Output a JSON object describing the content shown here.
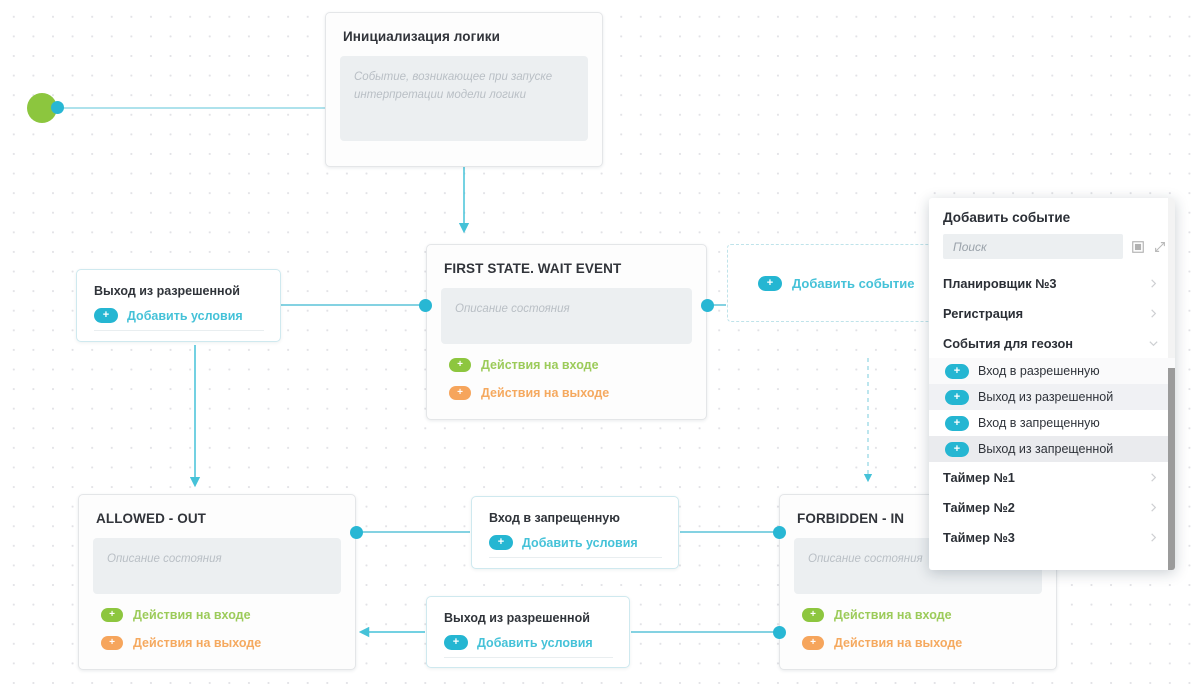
{
  "canvas": {
    "start_node": {
      "name": "start-node"
    }
  },
  "nodes": {
    "init": {
      "title": "Инициализация логики",
      "description": "Событие, возникающее при запуске интерпретации модели логики"
    },
    "first_state": {
      "title": "FIRST STATE. WAIT EVENT",
      "description_placeholder": "Описание состояния",
      "enter_actions": "Действия на входе",
      "exit_actions": "Действия на выходе"
    },
    "allowed_out": {
      "title": "ALLOWED - OUT",
      "description_placeholder": "Описание состояния",
      "enter_actions": "Действия на входе",
      "exit_actions": "Действия на выходе"
    },
    "forbidden_in": {
      "title": "FORBIDDEN - IN",
      "description_placeholder": "Описание состояния",
      "enter_actions": "Действия на входе",
      "exit_actions": "Действия на выходе"
    }
  },
  "conditions": [
    {
      "title": "Выход из разрешенной",
      "add_label": "Добавить условия"
    },
    {
      "title": "Вход в запрещенную",
      "add_label": "Добавить условия"
    },
    {
      "title": "Выход из разрешенной",
      "add_label": "Добавить условия"
    }
  ],
  "add_event_box": {
    "label": "Добавить событие"
  },
  "dropdown": {
    "title": "Добавить событие",
    "search_placeholder": "Поиск",
    "items": [
      {
        "label": "Планировщик №3",
        "type": "group",
        "expanded": false
      },
      {
        "label": "Регистрация",
        "type": "group",
        "expanded": false
      },
      {
        "label": "События для геозон",
        "type": "group",
        "expanded": true
      },
      {
        "label": "Вход в разрешенную",
        "type": "sub"
      },
      {
        "label": "Выход из разрешенной",
        "type": "sub"
      },
      {
        "label": "Вход в запрещенную",
        "type": "sub"
      },
      {
        "label": "Выход из запрещенной",
        "type": "sub"
      },
      {
        "label": "Таймер №1",
        "type": "group",
        "expanded": false
      },
      {
        "label": "Таймер №2",
        "type": "group",
        "expanded": false
      },
      {
        "label": "Таймер №3",
        "type": "group",
        "expanded": false
      }
    ]
  },
  "icons": {
    "plus": "+",
    "chevron_right": "chevron-right-icon",
    "chevron_down": "chevron-down-icon",
    "search_list": "list-view-icon",
    "search_expand": "expand-icon"
  },
  "colors": {
    "cyan": "#28b7d4",
    "green": "#8cc63e",
    "orange": "#f6a55c",
    "edge": "#5bc4d8",
    "text_dark": "#30343a"
  }
}
